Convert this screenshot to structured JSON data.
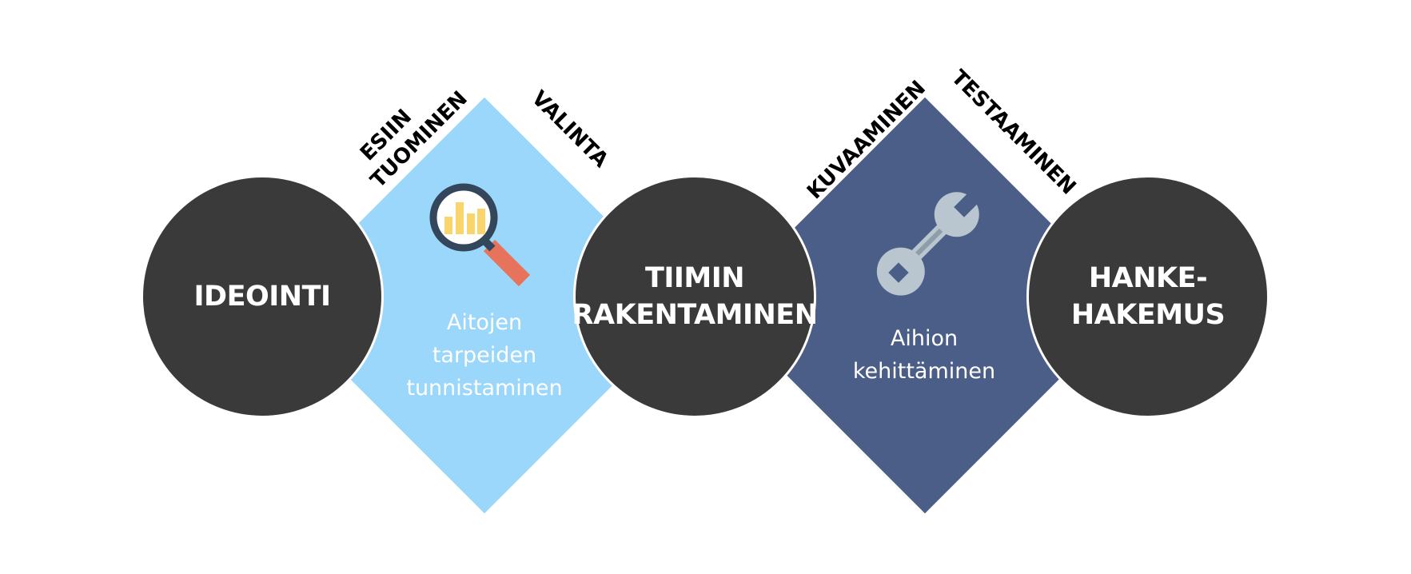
{
  "colors": {
    "circle": "#3a3a3a",
    "diamond_light": "#9ad7fa",
    "diamond_dark": "#4b5e88",
    "text_dark": "#000000",
    "text_light": "#ffffff"
  },
  "circles": [
    {
      "lines": [
        "IDEOINTI"
      ]
    },
    {
      "lines": [
        "TIIMIN",
        "RAKENTAMINEN"
      ]
    },
    {
      "lines": [
        "HANKE-",
        "HAKEMUS"
      ]
    }
  ],
  "diamonds": [
    {
      "icon": "magnifying-glass-chart-icon",
      "lines": [
        "Aitojen",
        "tarpeiden",
        "tunnistaminen"
      ]
    },
    {
      "icon": "wrench-icon",
      "lines": [
        "Aihion",
        "kehittäminen"
      ]
    }
  ],
  "edge_labels": {
    "esiin": "ESIIN",
    "tuominen": "TUOMINEN",
    "valinta": "VALINTA",
    "kuvaaminen": "KUVAAMINEN",
    "testaaminen": "TESTAAMINEN"
  }
}
